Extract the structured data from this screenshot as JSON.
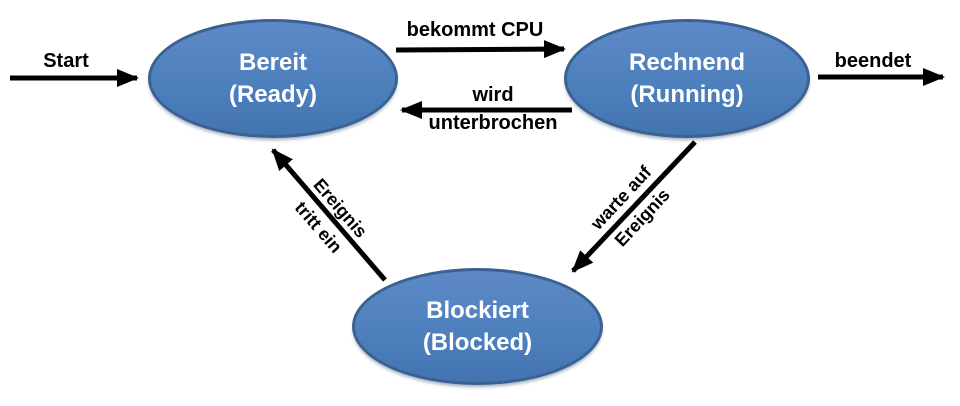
{
  "diagram": {
    "type": "state-diagram",
    "colors": {
      "background": "#ffffff",
      "state_fill": "#4d80bd",
      "state_border": "#3a6191",
      "state_text": "#ffffff",
      "arrow": "#000000",
      "label_text": "#000000"
    },
    "states": {
      "ready": {
        "name": "Bereit",
        "alias": "(Ready)"
      },
      "running": {
        "name": "Rechnend",
        "alias": "(Running)"
      },
      "blocked": {
        "name": "Blockiert",
        "alias": "(Blocked)"
      }
    },
    "transitions": {
      "start": {
        "label": "Start"
      },
      "gets_cpu": {
        "label": "bekommt CPU"
      },
      "interrupted": {
        "line1": "wird",
        "line2": "unterbrochen"
      },
      "terminated": {
        "label": "beendet"
      },
      "event_occurs": {
        "line1": "Ereignis",
        "line2": "tritt ein"
      },
      "wait_event": {
        "line1": "warte auf",
        "line2": "Ereignis"
      }
    }
  }
}
